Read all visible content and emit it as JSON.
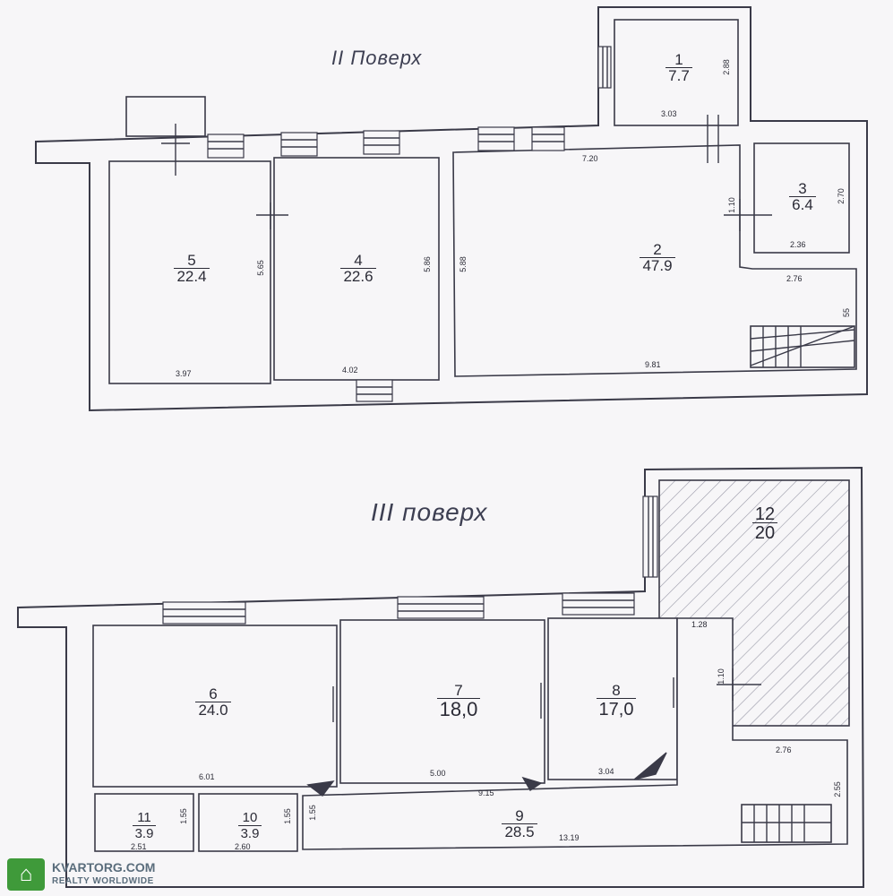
{
  "floors": {
    "second": {
      "title": "II Поверх"
    },
    "third": {
      "title": "III поверх"
    }
  },
  "rooms": {
    "r1": {
      "num": "1",
      "area": "7.7"
    },
    "r2": {
      "num": "2",
      "area": "47.9"
    },
    "r3": {
      "num": "3",
      "area": "6.4"
    },
    "r4": {
      "num": "4",
      "area": "22.6"
    },
    "r5": {
      "num": "5",
      "area": "22.4"
    },
    "r6": {
      "num": "6",
      "area": "24.0"
    },
    "r7": {
      "num": "7",
      "area": "18,0"
    },
    "r8": {
      "num": "8",
      "area": "17,0"
    },
    "r9": {
      "num": "9",
      "area": "28.5"
    },
    "r10": {
      "num": "10",
      "area": "3.9"
    },
    "r11": {
      "num": "11",
      "area": "3.9"
    },
    "r12": {
      "num": "12",
      "area": "20"
    }
  },
  "dims": {
    "d_2_88": "2.88",
    "d_3_03": "3.03",
    "d_7_20": "7.20",
    "d_1_10a": "1.10",
    "d_2_70": "2.70",
    "d_2_36": "2.36",
    "d_2_76a": "2.76",
    "d_5_65": "5.65",
    "d_5_86": "5.86",
    "d_5_88": "5.88",
    "d_3_97": "3.97",
    "d_4_02": "4.02",
    "d_9_81": "9.81",
    "d_55a": "55",
    "d_1_28": "1.28",
    "d_1_10b": "1.10",
    "d_2_76b": "2.76",
    "d_6_01": "6.01",
    "d_5_00": "5.00",
    "d_3_04": "3.04",
    "d_9_15": "9.15",
    "d_13_19": "13.19",
    "d_2_55": "2.55",
    "d_1_55a": "1.55",
    "d_1_55b": "1.55",
    "d_1_55c": "1.55",
    "d_2_51": "2.51",
    "d_2_60": "2.60"
  },
  "watermark": {
    "title": "KVARTORG.COM",
    "subtitle": "REALTY WORLDWIDE",
    "icon": "house-icon"
  }
}
